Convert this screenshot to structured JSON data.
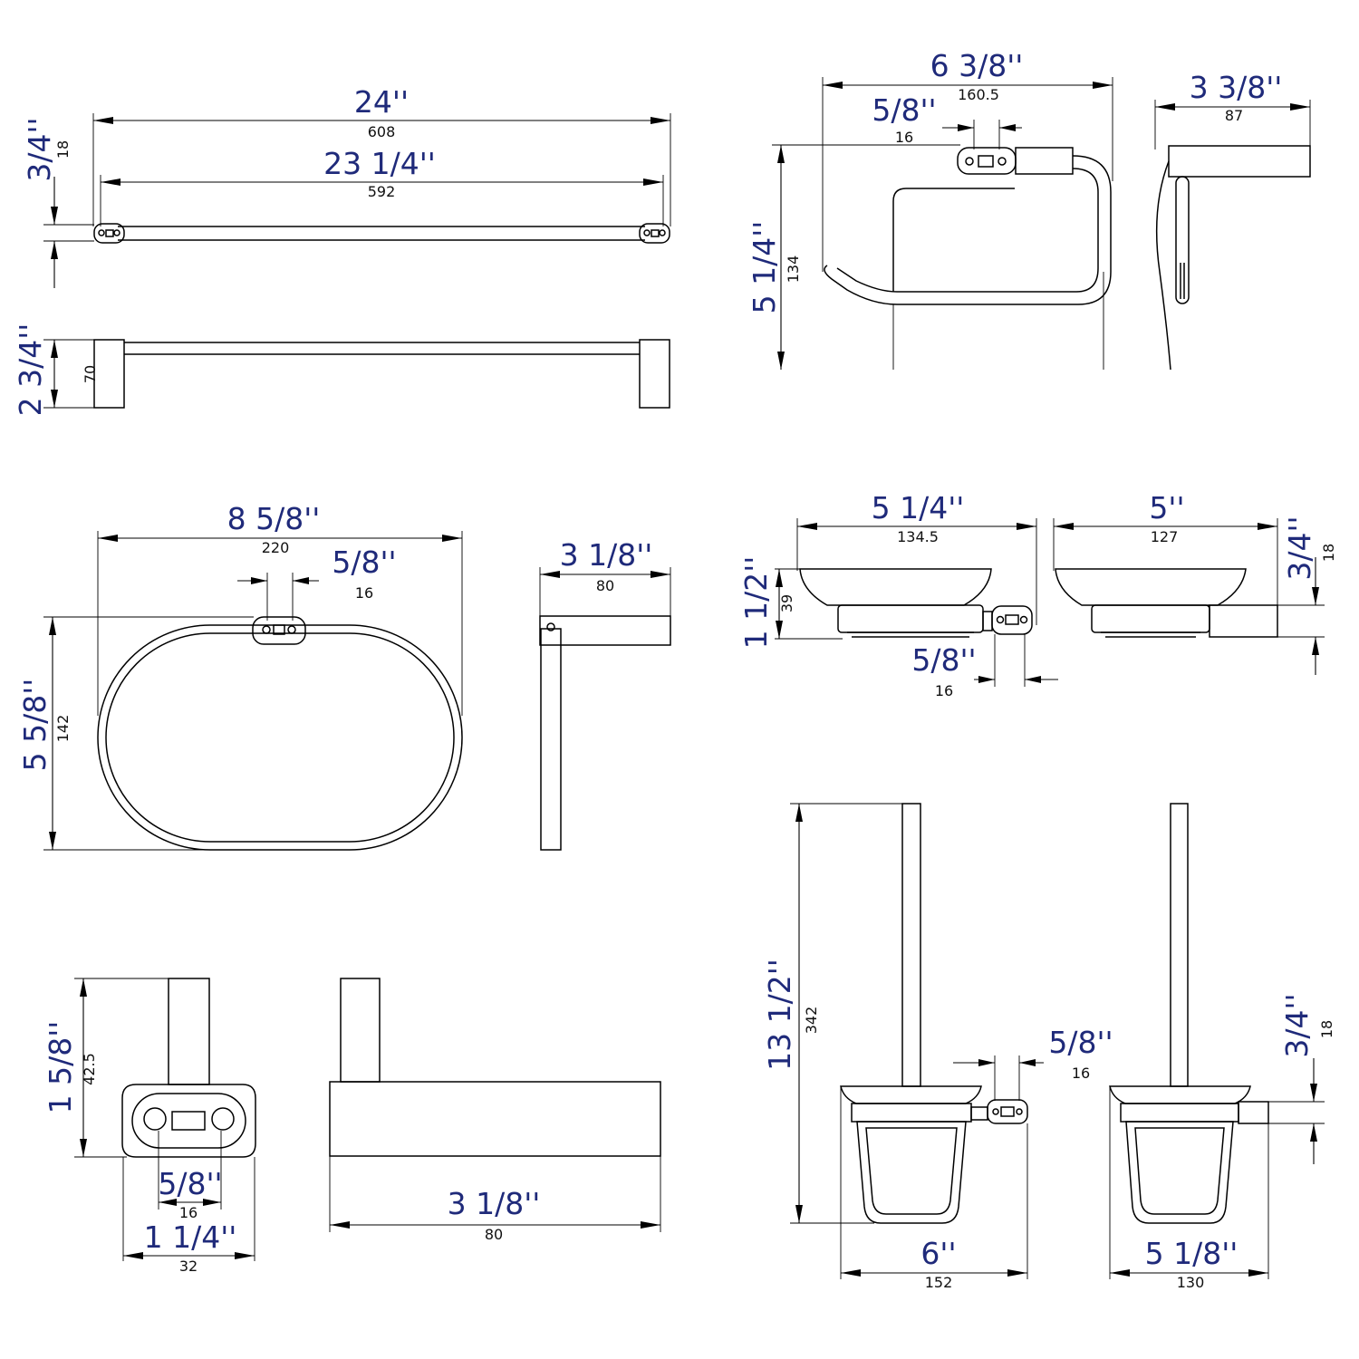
{
  "drawings": {
    "towel_bar": {
      "overall": {
        "imperial": "24''",
        "metric": "608"
      },
      "centers": {
        "imperial": "23 1/4''",
        "metric": "592"
      },
      "bar_height": {
        "imperial": "3/4''",
        "metric": "18"
      },
      "projection": {
        "imperial": "2 3/4''",
        "metric": "70"
      }
    },
    "paper_holder": {
      "width": {
        "imperial": "6 3/8''",
        "metric": "160.5"
      },
      "mount": {
        "imperial": "5/8''",
        "metric": "16"
      },
      "height": {
        "imperial": "5 1/4''",
        "metric": "134"
      },
      "projection": {
        "imperial": "3 3/8''",
        "metric": "87"
      }
    },
    "towel_ring": {
      "width": {
        "imperial": "8 5/8''",
        "metric": "220"
      },
      "mount": {
        "imperial": "5/8''",
        "metric": "16"
      },
      "height": {
        "imperial": "5 5/8''",
        "metric": "142"
      },
      "projection": {
        "imperial": "3 1/8''",
        "metric": "80"
      }
    },
    "soap_dish": {
      "width": {
        "imperial": "5 1/4''",
        "metric": "134.5"
      },
      "height": {
        "imperial": "1 1/2''",
        "metric": "39"
      },
      "mount": {
        "imperial": "5/8''",
        "metric": "16"
      },
      "projection": {
        "imperial": "5''",
        "metric": "127"
      },
      "arm": {
        "imperial": "3/4''",
        "metric": "18"
      }
    },
    "robe_hook": {
      "height": {
        "imperial": "1 5/8''",
        "metric": "42.5"
      },
      "mount": {
        "imperial": "5/8''",
        "metric": "16"
      },
      "width": {
        "imperial": "1 1/4''",
        "metric": "32"
      },
      "projection": {
        "imperial": "3 1/8''",
        "metric": "80"
      }
    },
    "toilet_brush": {
      "height": {
        "imperial": "13 1/2''",
        "metric": "342"
      },
      "mount": {
        "imperial": "5/8''",
        "metric": "16"
      },
      "width": {
        "imperial": "6''",
        "metric": "152"
      },
      "projection": {
        "imperial": "5 1/8''",
        "metric": "130"
      },
      "arm": {
        "imperial": "3/4''",
        "metric": "18"
      }
    }
  }
}
